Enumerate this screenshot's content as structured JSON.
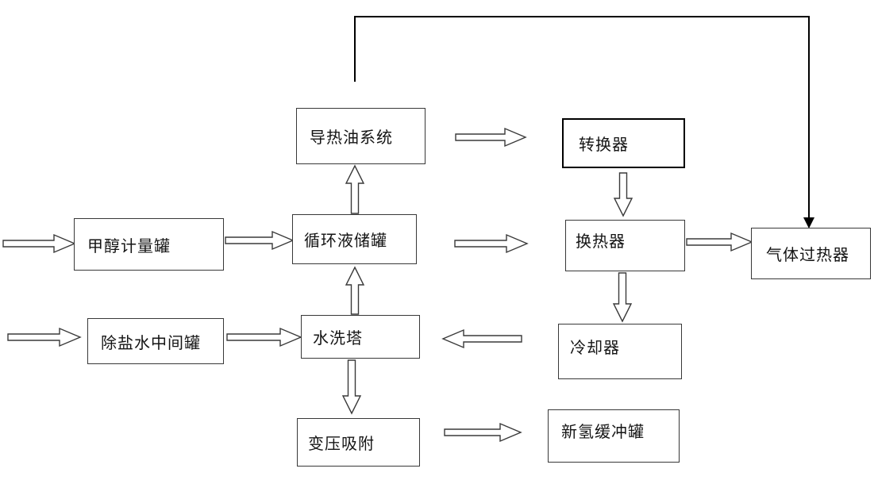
{
  "diagram": {
    "type": "process-flow",
    "background": "#ffffff",
    "colors": {
      "box_border": "#383838",
      "emphasis_border": "#000000",
      "line": "#000000",
      "arrow_fill": "#ffffff",
      "text": "#141414"
    },
    "nodes": {
      "heat_oil_system": {
        "label": "导热油系统"
      },
      "converter": {
        "label": "转换器"
      },
      "methanol_metering_tank": {
        "label": "甲醇计量罐"
      },
      "circulating_liquid_tank": {
        "label": "循环液储罐"
      },
      "heat_exchanger": {
        "label": "换热器"
      },
      "gas_superheater": {
        "label": "气体过热器"
      },
      "desalted_water_tank": {
        "label": "除盐水中间罐"
      },
      "water_wash_tower": {
        "label": "水洗塔"
      },
      "cooler": {
        "label": "冷却器"
      },
      "psa": {
        "label": "变压吸附"
      },
      "hydrogen_buffer_tank": {
        "label": "新氢缓冲罐"
      }
    },
    "edges": [
      {
        "from": "inlet-1",
        "to": "methanol_metering_tank",
        "type": "hollow-block-arrow",
        "direction": "right"
      },
      {
        "from": "methanol_metering_tank",
        "to": "circulating_liquid_tank",
        "type": "hollow-block-arrow",
        "direction": "right"
      },
      {
        "from": "circulating_liquid_tank",
        "to": "heat_oil_system",
        "type": "hollow-block-arrow",
        "direction": "up"
      },
      {
        "from": "heat_oil_system",
        "to": "converter",
        "type": "hollow-block-arrow",
        "direction": "right"
      },
      {
        "from": "converter",
        "to": "heat_exchanger",
        "type": "hollow-block-arrow",
        "direction": "down"
      },
      {
        "from": "circulating_liquid_tank",
        "to": "heat_exchanger",
        "type": "hollow-block-arrow",
        "direction": "right"
      },
      {
        "from": "heat_exchanger",
        "to": "gas_superheater",
        "type": "hollow-block-arrow",
        "direction": "right"
      },
      {
        "from": "heat_exchanger",
        "to": "cooler",
        "type": "hollow-block-arrow",
        "direction": "down"
      },
      {
        "from": "cooler",
        "to": "water_wash_tower",
        "type": "hollow-block-arrow",
        "direction": "left"
      },
      {
        "from": "inlet-2",
        "to": "desalted_water_tank",
        "type": "hollow-block-arrow",
        "direction": "right"
      },
      {
        "from": "desalted_water_tank",
        "to": "water_wash_tower",
        "type": "hollow-block-arrow",
        "direction": "right"
      },
      {
        "from": "water_wash_tower",
        "to": "circulating_liquid_tank",
        "type": "hollow-block-arrow",
        "direction": "up"
      },
      {
        "from": "water_wash_tower",
        "to": "psa",
        "type": "hollow-block-arrow",
        "direction": "down"
      },
      {
        "from": "psa",
        "to": "hydrogen_buffer_tank",
        "type": "hollow-block-arrow",
        "direction": "right"
      },
      {
        "from": "heat_oil_system_column_top",
        "to": "gas_superheater",
        "type": "solid-line-arrow",
        "route": "up, across top, down into gas_superheater"
      }
    ]
  }
}
